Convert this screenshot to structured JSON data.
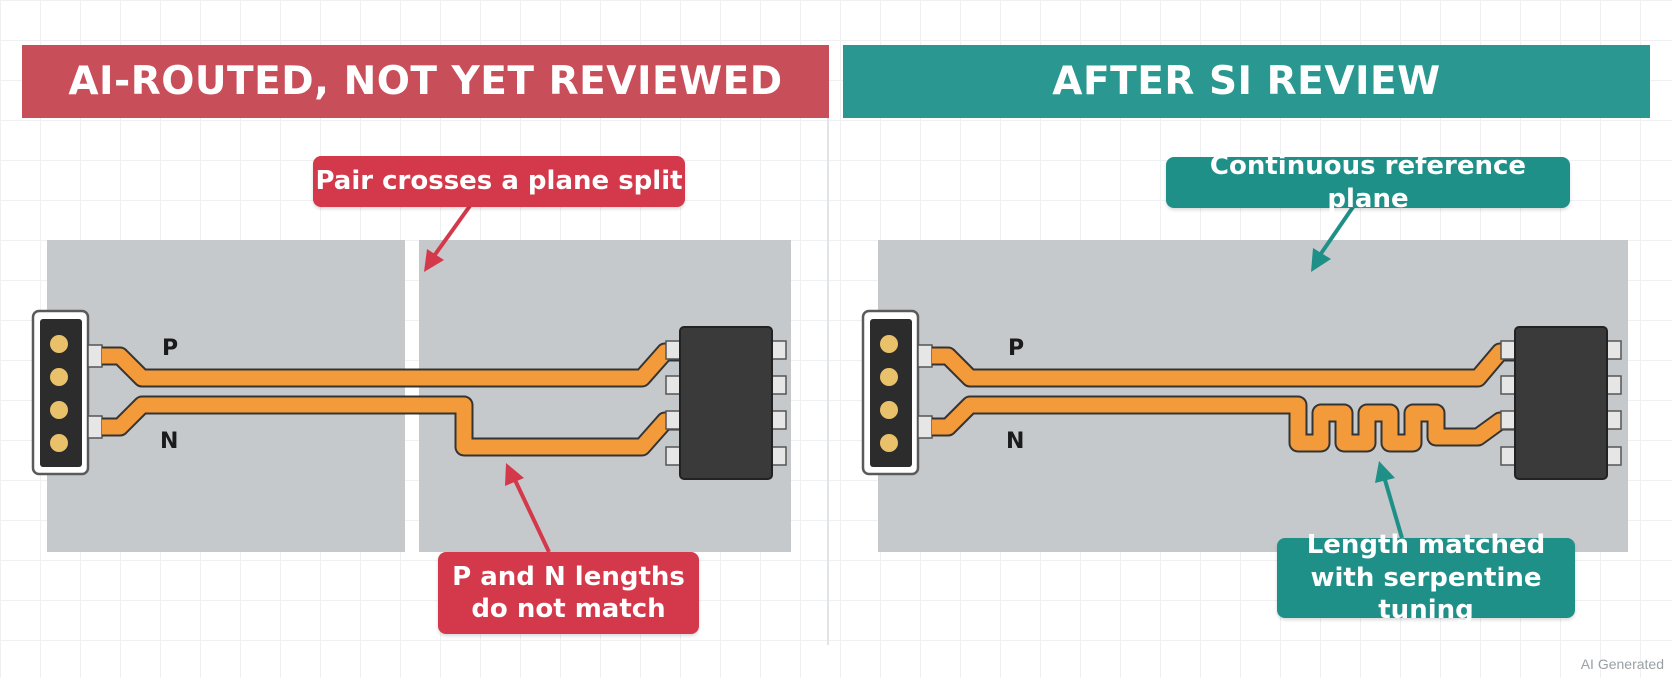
{
  "left_panel": {
    "title": "AI-ROUTED, NOT YET REVIEWED",
    "callout_plane": "Pair crosses a plane split",
    "callout_length": [
      "P and N lengths",
      "do not match"
    ],
    "pin_p": "P",
    "pin_n": "N"
  },
  "right_panel": {
    "title": "AFTER SI REVIEW",
    "callout_plane": "Continuous reference plane",
    "callout_length": [
      "Length matched",
      "with serpentine tuning"
    ],
    "pin_p": "P",
    "pin_n": "N"
  },
  "watermark": "AI Generated",
  "colors": {
    "left_banner": "#c84e5a",
    "right_banner": "#2a9890",
    "red_callout": "#d3394a",
    "teal_callout": "#1f9088",
    "trace": "#f39a3b",
    "plane": "#c6c9cc",
    "chip": "#3a3a3a",
    "pad": "#e9c16a"
  }
}
